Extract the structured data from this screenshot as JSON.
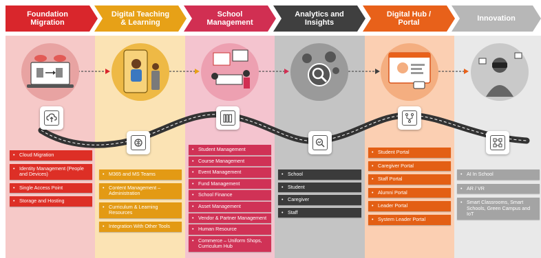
{
  "columns": [
    {
      "id": "foundation",
      "title": "Foundation\nMigration",
      "header_color": "#d9262c",
      "bg_color": "#f6c9c8",
      "circle_color": "#e8a3a2",
      "item_color": "#dd2f26",
      "icon": "cloud-upload-icon",
      "illustration": "cloud-migration-laptop-illustration",
      "items": [
        "Cloud Migration",
        "Identity Management (People and Devices)",
        "Single Access Point",
        "Storage and Hosting"
      ]
    },
    {
      "id": "teaching",
      "title": "Digital Teaching\n& Learning",
      "header_color": "#e7a117",
      "bg_color": "#fbe3b4",
      "circle_color": "#eeb945",
      "item_color": "#e39a14",
      "icon": "brain-chip-icon",
      "illustration": "mobile-learning-illustration",
      "items": [
        "M365 and MS Teams",
        "Content Management – Administration",
        "Curriculum & Learning Resources",
        "Integration With Other Tools"
      ]
    },
    {
      "id": "school",
      "title": "School\nManagement",
      "header_color": "#d12f52",
      "bg_color": "#f4c4cf",
      "circle_color": "#eda0b1",
      "item_color": "#d03256",
      "icon": "library-books-icon",
      "illustration": "school-management-illustration",
      "items": [
        "Student Management",
        "Course Management",
        "Event Management",
        "Fund Management",
        "School Finance",
        "Asset Management",
        "Vendor & Partner Management",
        "Human Resource",
        "Commerce – Uniform Shops, Curriculum Hub"
      ]
    },
    {
      "id": "analytics",
      "title": "Analytics and\nInsights",
      "header_color": "#3f3f3f",
      "bg_color": "#c4c4c4",
      "circle_color": "#9a9a9a",
      "item_color": "#3b3b3b",
      "icon": "analytics-search-icon",
      "illustration": "analytics-gears-illustration",
      "items": [
        "School",
        "Student",
        "Caregiver",
        "Staff"
      ]
    },
    {
      "id": "portal",
      "title": "Digital Hub /\nPortal",
      "header_color": "#e8611a",
      "bg_color": "#fbcfb2",
      "circle_color": "#f4ae80",
      "item_color": "#e35f14",
      "icon": "circuit-icon",
      "illustration": "portal-browser-illustration",
      "items": [
        "Student Portal",
        "Caregiver Portal",
        "Staff Portal",
        "Alumni Portal",
        "Leader Portal",
        "System Leader Portal"
      ]
    },
    {
      "id": "innovation",
      "title": "Innovation",
      "header_color": "#b7b7b7",
      "bg_color": "#e9e9e9",
      "circle_color": "#c9c9c9",
      "item_color": "#a4a4a4",
      "icon": "network-nodes-icon",
      "illustration": "vr-headset-illustration",
      "items": [
        "AI In School",
        "AR / VR",
        "Smart Classrooms, Smart Schools, Green Campus and IoT"
      ]
    }
  ]
}
